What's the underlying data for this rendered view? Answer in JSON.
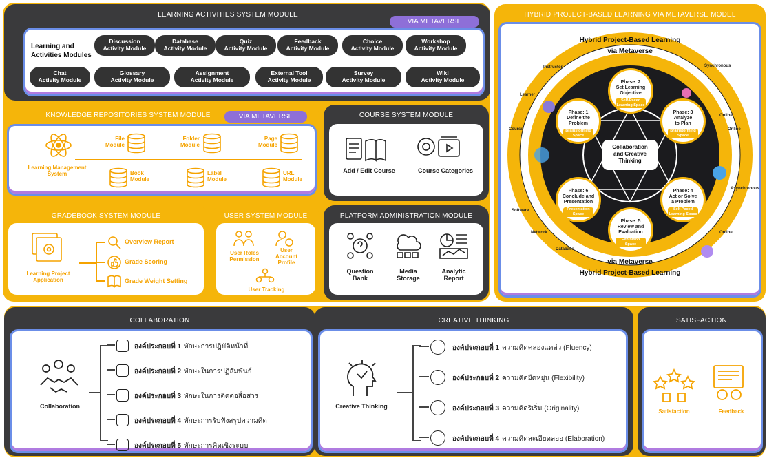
{
  "learning": {
    "header": "LEARNING ACTIVITIES SYSTEM MODULE",
    "via": "VIA METAVERSE",
    "title_line1": "Learning and",
    "title_line2": "Activities Modules",
    "row1": [
      {
        "name": "Discussion",
        "sub": "Activity Module"
      },
      {
        "name": "Database",
        "sub": "Activity Module"
      },
      {
        "name": "Quiz",
        "sub": "Activity Module"
      },
      {
        "name": "Feedback",
        "sub": "Activity Module"
      },
      {
        "name": "Choice",
        "sub": "Activity Module"
      },
      {
        "name": "Workshop",
        "sub": "Activity Module"
      }
    ],
    "row2": [
      {
        "name": "Chat",
        "sub": "Activity Module"
      },
      {
        "name": "Glossary",
        "sub": "Activity Module"
      },
      {
        "name": "Assignment",
        "sub": "Activity Module"
      },
      {
        "name": "External Tool",
        "sub": "Activity Module"
      },
      {
        "name": "Survey",
        "sub": "Activity Module"
      },
      {
        "name": "Wiki",
        "sub": "Activity Module"
      }
    ]
  },
  "knowledge": {
    "header": "KNOWLEDGE REPOSITORIES SYSTEM MODULE",
    "via": "VIA METAVERSE",
    "lms_line1": "Learning Management",
    "lms_line2": "System",
    "file": "File",
    "folder": "Folder",
    "page": "Page",
    "book": "Book",
    "label": "Label",
    "url": "URL",
    "module": "Module"
  },
  "course": {
    "header": "COURSE SYSTEM MODULE",
    "add_edit": "Add / Edit Course",
    "categories": "Course Categories"
  },
  "gradebook": {
    "header": "GRADEBOOK SYSTEM MODULE",
    "app_line1": "Learning Project",
    "app_line2": "Application",
    "overview": "Overview Report",
    "scoring": "Grade Scoring",
    "weight": "Grade Weight Setting"
  },
  "user": {
    "header": "USER SYSTEM MODULE",
    "roles_line1": "User Roles",
    "roles_line2": "Permission",
    "account_line1": "User",
    "account_line2": "Account",
    "account_line3": "Profile",
    "tracking": "User Tracking"
  },
  "platform": {
    "header": "PLATFORM ADMINISTRATION MODULE",
    "qbank_line1": "Question",
    "qbank_line2": "Bank",
    "media_line1": "Media",
    "media_line2": "Storage",
    "analytic_line1": "Analytic",
    "analytic_line2": "Report"
  },
  "hybrid": {
    "header": "HYBRID PROJECT-BASED LEARNING VIA METAVERSE MODEL",
    "arc_top": "Hybrid Project-Based Learning",
    "via_top": "via Metaverse",
    "via_bottom": "via Metaverse",
    "arc_bottom": "Hybrid Project-Based Learning",
    "center_line1": "Collaboration",
    "center_line2": "and Creative",
    "center_line3": "Thinking",
    "phases": [
      {
        "l1": "Phase: 2",
        "l2": "Set Learning",
        "l3": "Objective",
        "tag": "Self-Paced Learning Space"
      },
      {
        "l1": "Phase: 3",
        "l2": "Analyze",
        "l3": "to Plan",
        "tag": "Brainstorming Space"
      },
      {
        "l1": "Phase: 4",
        "l2": "Act or Solve",
        "l3": "a Problem",
        "tag": "Self-Paced Learning Space"
      },
      {
        "l1": "Phase: 5",
        "l2": "Review and",
        "l3": "Evaluation",
        "tag": "Exhibition Space"
      },
      {
        "l1": "Phase: 6",
        "l2": "Conclude and",
        "l3": "Presentation",
        "tag": "Presentation Space"
      },
      {
        "l1": "Phase: 1",
        "l2": "Define the",
        "l3": "Problem",
        "tag": "Brainstorming Space"
      }
    ],
    "ring_labels": [
      "Instructor",
      "Learner",
      "Course",
      "Online",
      "Online",
      "Software",
      "Network",
      "Database",
      "Online",
      "Asynchronous",
      "Synchronous"
    ]
  },
  "collaboration": {
    "header": "COLLABORATION",
    "label": "Collaboration",
    "items": [
      {
        "lead": "องค์ประกอบที่ 1",
        "text": "ทักษะการปฏิบัติหน้าที่"
      },
      {
        "lead": "องค์ประกอบที่ 2",
        "text": "ทักษะในการปฏิสัมพันธ์"
      },
      {
        "lead": "องค์ประกอบที่ 3",
        "text": "ทักษะในการติดต่อสื่อสาร"
      },
      {
        "lead": "องค์ประกอบที่ 4",
        "text": "ทักษะการรับฟังสรุปความคิด"
      },
      {
        "lead": "องค์ประกอบที่ 5",
        "text": "ทักษะการคิดเชิงระบบ"
      }
    ]
  },
  "creative": {
    "header": "CREATIVE THINKING",
    "label": "Creative Thinking",
    "items": [
      {
        "lead": "องค์ประกอบที่ 1",
        "text": "ความคิดคล่องแคล่ว (Fluency)"
      },
      {
        "lead": "องค์ประกอบที่ 2",
        "text": "ความคิดยืดหยุ่น (Flexibility)"
      },
      {
        "lead": "องค์ประกอบที่ 3",
        "text": "ความคิดริเริ่ม (Originality)"
      },
      {
        "lead": "องค์ประกอบที่ 4",
        "text": "ความคิดละเอียดลออ (Elaboration)"
      }
    ]
  },
  "satisfaction": {
    "header": "SATISFACTION",
    "satisfaction": "Satisfaction",
    "feedback": "Feedback"
  }
}
